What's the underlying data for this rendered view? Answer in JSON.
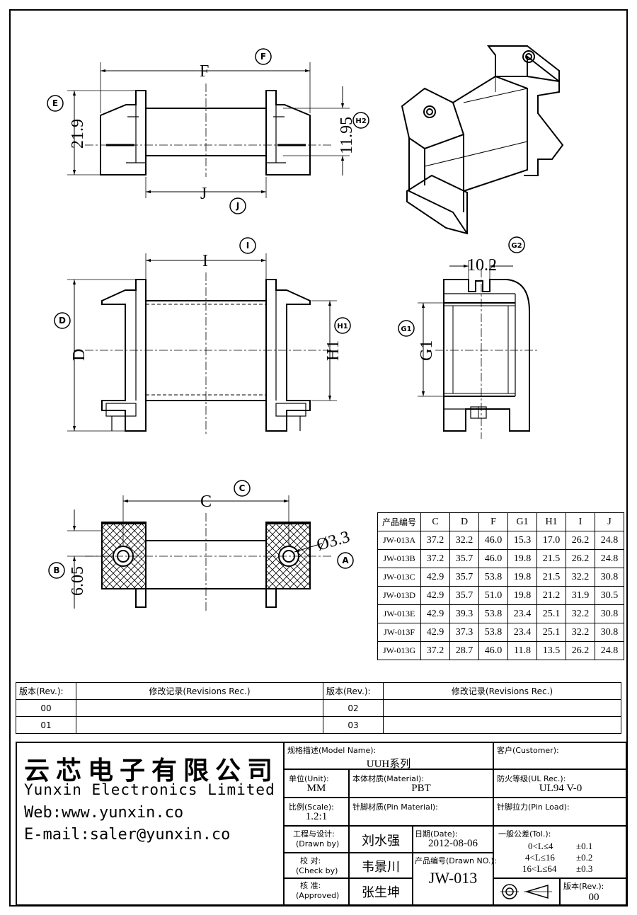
{
  "drawing": {
    "dim_labels": {
      "F": "F",
      "J": "J",
      "I": "I",
      "D": "D",
      "H1": "H1",
      "G1": "G1",
      "C": "C",
      "v21_9": "21.9",
      "v11_95": "11.95",
      "v10_2": "10.2",
      "v6_05": "6.05",
      "phi3_3": "Ø3.3"
    },
    "balloons": {
      "F": "F",
      "E": "E",
      "H2": "H2",
      "J": "J",
      "I": "I",
      "D": "D",
      "H1": "H1",
      "G2": "G2",
      "G1": "G1",
      "C": "C",
      "B": "B",
      "A": "A"
    }
  },
  "spec_table": {
    "headers": [
      "产品编号",
      "C",
      "D",
      "F",
      "G1",
      "H1",
      "I",
      "J"
    ],
    "rows": [
      [
        "JW-013A",
        "37.2",
        "32.2",
        "46.0",
        "15.3",
        "17.0",
        "26.2",
        "24.8"
      ],
      [
        "JW-013B",
        "37.2",
        "35.7",
        "46.0",
        "19.8",
        "21.5",
        "26.2",
        "24.8"
      ],
      [
        "JW-013C",
        "42.9",
        "35.7",
        "53.8",
        "19.8",
        "21.5",
        "32.2",
        "30.8"
      ],
      [
        "JW-013D",
        "42.9",
        "35.7",
        "51.0",
        "19.8",
        "21.2",
        "31.9",
        "30.5"
      ],
      [
        "JW-013E",
        "42.9",
        "39.3",
        "53.8",
        "23.4",
        "25.1",
        "32.2",
        "30.8"
      ],
      [
        "JW-013F",
        "42.9",
        "37.3",
        "53.8",
        "23.4",
        "25.1",
        "32.2",
        "30.8"
      ],
      [
        "JW-013G",
        "37.2",
        "28.7",
        "46.0",
        "11.8",
        "13.5",
        "26.2",
        "24.8"
      ]
    ]
  },
  "revisions": {
    "header_rev": "版本(Rev.):",
    "header_rec": "修改记录(Revisions Rec.)",
    "rows": [
      {
        "rev_a": "00",
        "rec_a": "",
        "rev_b": "02",
        "rec_b": ""
      },
      {
        "rev_a": "01",
        "rec_a": "",
        "rev_b": "03",
        "rec_b": ""
      }
    ]
  },
  "title_block": {
    "company_cn": "云芯电子有限公司",
    "company_en": "Yunxin Electronics Limited",
    "web": "Web:www.yunxin.co",
    "email": "E-mail:saler@yunxin.co",
    "model_name_label": "规格描述(Model Name):",
    "model_name": "UUH系列",
    "customer_label": "客户(Customer):",
    "customer": "",
    "unit_label": "单位(Unit):",
    "unit": "MM",
    "material_label": "本体材质(Material):",
    "material": "PBT",
    "ul_label": "防火等级(UL Rec.):",
    "ul": "UL94 V-0",
    "scale_label": "比例(Scale):",
    "scale": "1.2:1",
    "pin_material_label": "针脚材质(Pin Material):",
    "pin_material": "",
    "pin_load_label": "针脚拉力(Pin Load):",
    "pin_load": "",
    "drawn_label_cn": "工程与设计:",
    "drawn_label_en": "(Drawn by)",
    "drawn_by": "刘水强",
    "check_label_cn": "校  对:",
    "check_label_en": "(Check by)",
    "check_by": "韦景川",
    "approved_label_cn": "核  准:",
    "approved_label_en": "(Approved)",
    "approved_by": "张生坤",
    "date_label": "日期(Date):",
    "date": "2012-08-06",
    "drawn_no_label": "产品编号(Drawn NO.):",
    "drawn_no": "JW-013",
    "tol_label": "一般公差(Tol.):",
    "tol_rows": [
      {
        "range": "0<L≤4",
        "tol": "±0.1"
      },
      {
        "range": "4<L≤16",
        "tol": "±0.2"
      },
      {
        "range": "16<L≤64",
        "tol": "±0.3"
      }
    ],
    "rev_label": "版本(Rev.):",
    "rev": "00"
  }
}
